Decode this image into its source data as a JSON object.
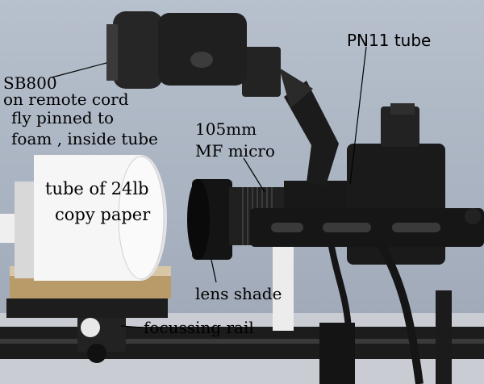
{
  "image": {
    "subject": "Macro copy setup: camera with flash on arm, lens, paper tube and focussing rail",
    "background_color": "#a9b3c2"
  },
  "annotations": {
    "sb800": "SB800",
    "remote_cord": "on  remote cord",
    "fly_pinned": "fly pinned to",
    "foam_tube": "foam , inside tube",
    "lens_105": "105mm",
    "mf_micro": "MF micro",
    "pn11": "PN11 tube",
    "paper_tube_1": "tube of 24lb",
    "paper_tube_2": "copy paper",
    "lens_shade": "lens shade",
    "focussing_rail": "focussing rail"
  }
}
